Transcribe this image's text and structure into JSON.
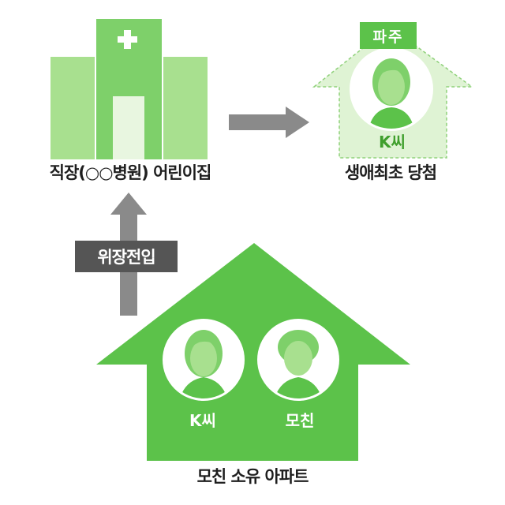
{
  "hospital": {
    "label": "직장(○○병원) 어린이집"
  },
  "winner": {
    "region_tag": "파주",
    "person_label": "K씨",
    "caption": "생애최초 당첨"
  },
  "move": {
    "label": "위장전입"
  },
  "home": {
    "caption": "모친 소유 아파트",
    "person1_label": "K씨",
    "person2_label": "모친"
  },
  "colors": {
    "green_dark": "#5cc24a",
    "green_mid": "#7ed06a",
    "green_light": "#a8e08f",
    "green_pale": "#dff3d4",
    "gray_arrow": "#8a8a8a",
    "label_dark": "#555555"
  }
}
